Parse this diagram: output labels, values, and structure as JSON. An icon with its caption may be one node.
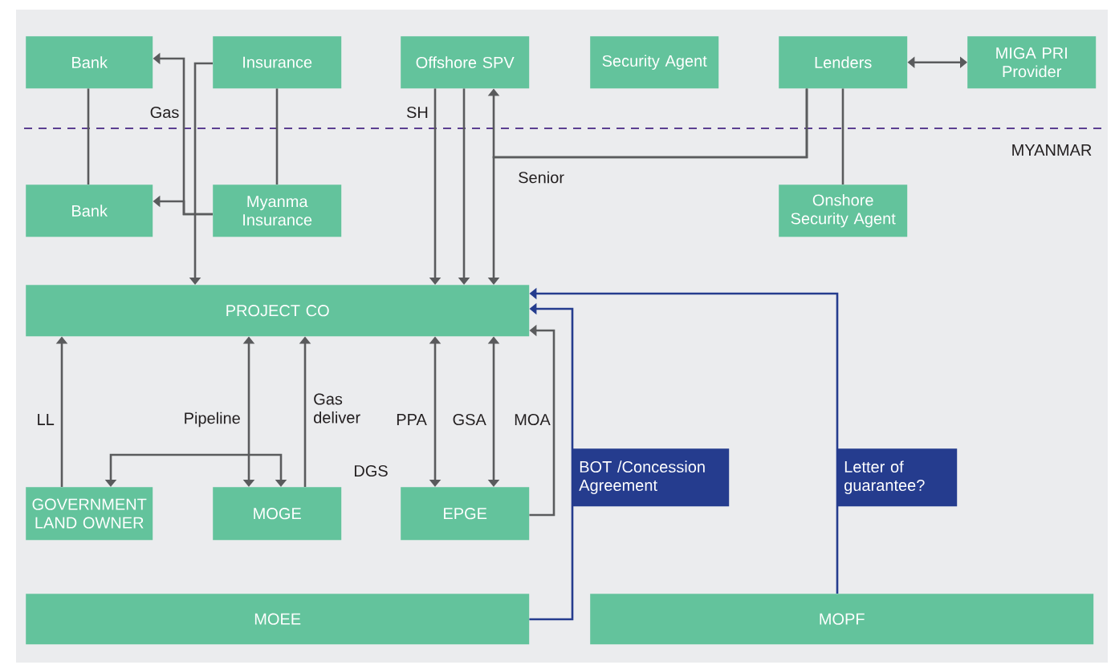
{
  "diagram": {
    "nodes": [
      {
        "text": [
          "Bank"
        ]
      },
      {
        "text": [
          "Insurance"
        ]
      },
      {
        "text": [
          "Offshore SPV"
        ]
      },
      {
        "text": [
          "Security Agent"
        ]
      },
      {
        "text": [
          "Lenders"
        ]
      },
      {
        "text": [
          "MIGA PRI Provider"
        ]
      },
      {
        "text": [
          "Bank"
        ]
      },
      {
        "text": [
          "Myanma Insurance"
        ]
      },
      {
        "text": [
          "Onshore Security Agent"
        ]
      },
      {
        "text": [
          "PROJECT CO"
        ]
      },
      {
        "text": [
          "GOVERNMENT LAND OWNER"
        ]
      },
      {
        "text": [
          "MOGE"
        ]
      },
      {
        "text": [
          "EPGE"
        ]
      },
      {
        "text": [
          "MOEE"
        ]
      },
      {
        "text": [
          "MOPF"
        ]
      }
    ],
    "edges": [
      {
        "from": 0,
        "to": 6,
        "arrow": "none"
      },
      {
        "from": 1,
        "to": 7,
        "arrow": "none"
      },
      {
        "from": 7,
        "to": 0,
        "arrow": "to"
      },
      {
        "from": 7,
        "to": 6,
        "arrow": "to"
      },
      {
        "from": 1,
        "to": 9,
        "arrow": "to"
      },
      {
        "from": 2,
        "to": 9,
        "arrow": "to",
        "label": "SH"
      },
      {
        "from": 2,
        "to": 9,
        "arrow": "to"
      },
      {
        "from": 4,
        "to": 9,
        "arrow": "to",
        "label": "Senior"
      },
      {
        "from": 4,
        "to": 2,
        "arrow": "to"
      },
      {
        "from": 4,
        "to": 5,
        "arrow": "both"
      },
      {
        "from": 4,
        "to": 8,
        "arrow": "none"
      },
      {
        "from": 10,
        "to": 9,
        "arrow": "to",
        "label": "LL"
      },
      {
        "from": 9,
        "to": 11,
        "arrow": "both",
        "label": "Pipeline"
      },
      {
        "from": 11,
        "to": 9,
        "arrow": "to",
        "label": "Gas deliver"
      },
      {
        "from": 11,
        "to": 10,
        "arrow": "both"
      },
      {
        "from": 9,
        "to": 12,
        "arrow": "both",
        "label": "PPA"
      },
      {
        "from": 9,
        "to": 12,
        "arrow": "both",
        "label": "GSA"
      },
      {
        "from": 12,
        "to": 9,
        "arrow": "to",
        "label": "MOA"
      },
      {
        "from": 13,
        "to": 9,
        "arrow": "to",
        "label": "BOT /Concession Agreement",
        "color": "#253c8e"
      },
      {
        "from": 14,
        "to": 9,
        "arrow": "to",
        "label": "Letter of guarantee?",
        "color": "#253c8e"
      }
    ],
    "labels": [
      "Gas",
      "MYANMAR",
      "DGS"
    ]
  }
}
